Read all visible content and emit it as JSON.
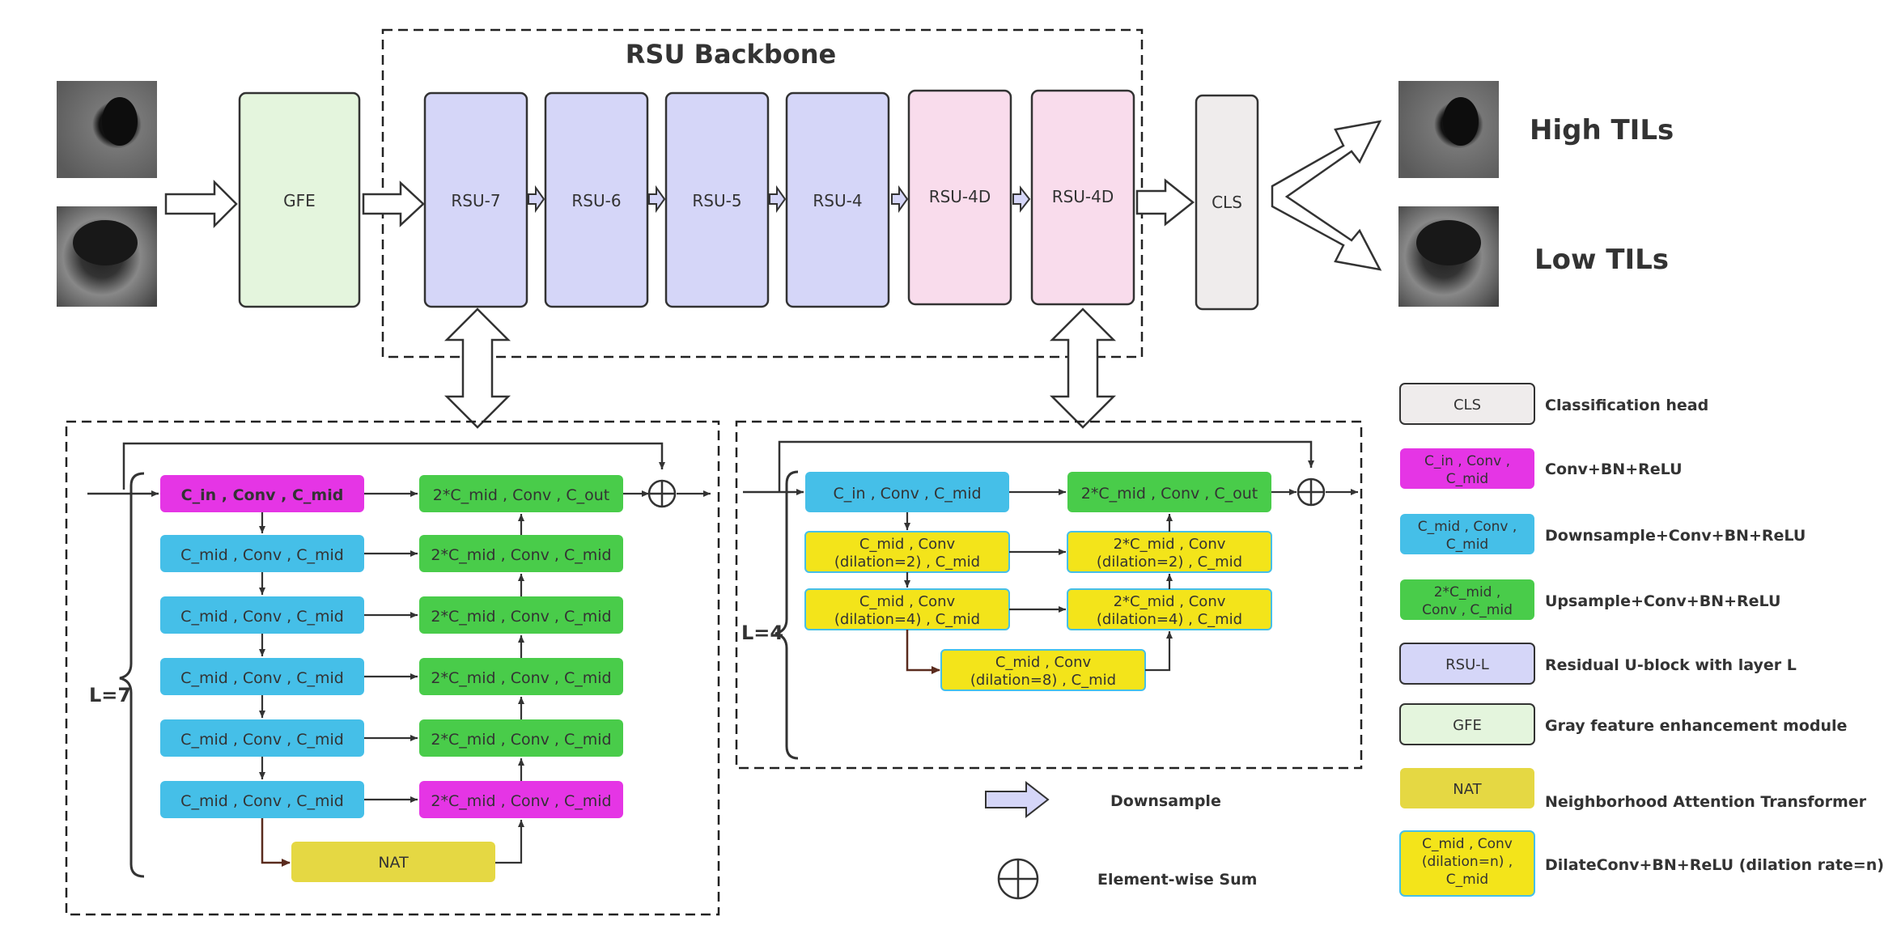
{
  "title": "RSU Backbone",
  "pipeline": {
    "gfe": "GFE",
    "rsu7": "RSU-7",
    "rsu6": "RSU-6",
    "rsu5": "RSU-5",
    "rsu4": "RSU-4",
    "rsu4d_a": "RSU-4D",
    "rsu4d_b": "RSU-4D",
    "cls": "CLS",
    "out_high": "High TILs",
    "out_low": "Low TILs"
  },
  "rsu7_detail": {
    "L": "L=7",
    "enc": [
      "C_in , Conv , C_mid",
      "C_mid , Conv , C_mid",
      "C_mid , Conv , C_mid",
      "C_mid , Conv , C_mid",
      "C_mid , Conv , C_mid",
      "C_mid , Conv , C_mid"
    ],
    "dec": [
      "2*C_mid , Conv , C_out",
      "2*C_mid , Conv , C_mid",
      "2*C_mid , Conv , C_mid",
      "2*C_mid , Conv , C_mid",
      "2*C_mid , Conv , C_mid",
      "2*C_mid , Conv , C_mid"
    ],
    "nat": "NAT"
  },
  "rsu4d_detail": {
    "L": "L=4",
    "enc0": "C_in , Conv , C_mid",
    "dec0": "2*C_mid , Conv , C_out",
    "enc1": [
      "C_mid , Conv",
      "(dilation=2) , C_mid"
    ],
    "dec1": [
      "2*C_mid , Conv",
      "(dilation=2) , C_mid"
    ],
    "enc2": [
      "C_mid , Conv",
      "(dilation=4) , C_mid"
    ],
    "dec2": [
      "2*C_mid , Conv",
      "(dilation=4) , C_mid"
    ],
    "bottom": [
      "C_mid , Conv",
      "(dilation=8) , C_mid"
    ]
  },
  "mid_legend": {
    "downsample": "Downsample",
    "sum": "Element-wise Sum"
  },
  "legend": [
    {
      "box": [
        "CLS"
      ],
      "text": "Classification head",
      "color": "#efecec"
    },
    {
      "box": [
        "C_in , Conv ,",
        "C_mid"
      ],
      "text": "Conv+BN+ReLU",
      "color": "#e535e5"
    },
    {
      "box": [
        "C_mid , Conv ,",
        "C_mid"
      ],
      "text": "Downsample+Conv+BN+ReLU",
      "color": "#45bfe8"
    },
    {
      "box": [
        "2*C_mid ,",
        "Conv , C_mid"
      ],
      "text": "Upsample+Conv+BN+ReLU",
      "color": "#49cc4a"
    },
    {
      "box": [
        "RSU-L"
      ],
      "text": "Residual U-block with layer L",
      "color": "#d5d6f8"
    },
    {
      "box": [
        "GFE"
      ],
      "text": "Gray feature enhancement module",
      "color": "#e4f5dd"
    },
    {
      "box": [
        "NAT"
      ],
      "text": "Neighborhood Attention Transformer",
      "color": "#e5d843"
    },
    {
      "box": [
        "C_mid , Conv",
        "(dilation=n) ,",
        "C_mid"
      ],
      "text": "DilateConv+BN+ReLU (dilation rate=n)",
      "color": "#f3e41a"
    }
  ],
  "colors": {
    "gfe": "#e4f5dd",
    "rsu": "#d5d6f8",
    "rsu4d": "#f9dcec",
    "cls": "#efecec",
    "magenta": "#e535e5",
    "cyan": "#45bfe8",
    "green": "#49cc4a",
    "yellow": "#f3e41a",
    "nat": "#e5d843"
  },
  "icons": [
    "ultrasound-image",
    "hollow-arrow-icon",
    "double-arrow-icon",
    "sum-icon",
    "brace-icon"
  ]
}
